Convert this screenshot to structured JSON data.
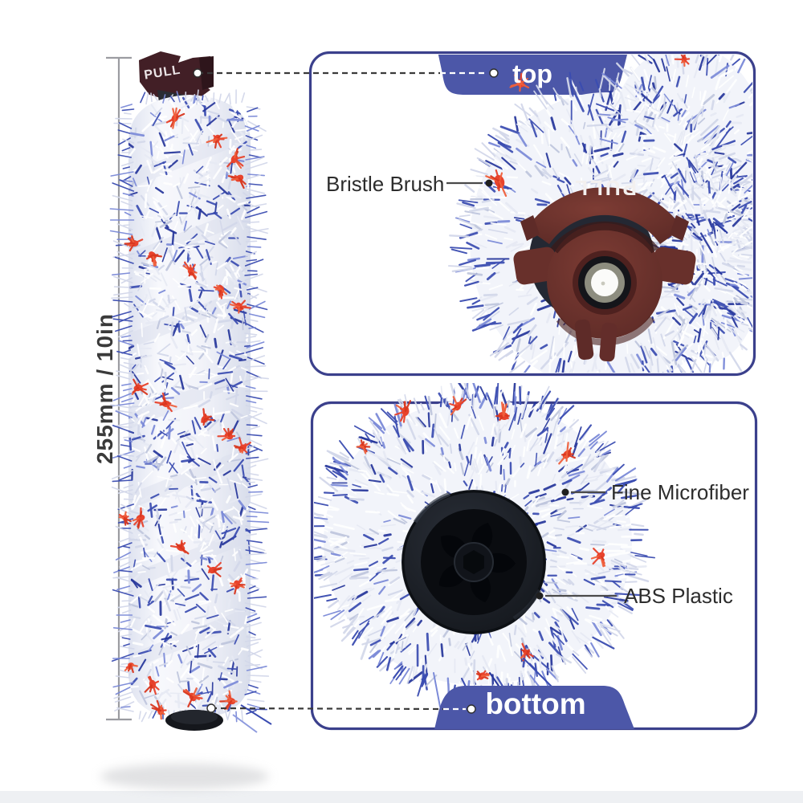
{
  "labels": {
    "dimension": "255mm / 10in",
    "pull": "PULL",
    "top_tab": "top",
    "bottom_tab": "bottom",
    "bristle_brush": "Bristle Brush",
    "fine_microfiber": "Fine Microfiber",
    "abs_plastic": "ABS Plastic"
  },
  "colors": {
    "panel_border": "#3b408c",
    "tab_blue": "#4c57a8",
    "tab_label_text": "#ffffff",
    "callout_text": "#2d2d2d",
    "dimension_text": "#3a3a3a",
    "dimension_line": "#9b9ca1",
    "leader_dark": "#3a3a3a",
    "leader_light": "#ffffff",
    "accent_red": "#e8432c",
    "accent_red_dark": "#d8371f",
    "accent_red_light": "#f0603c",
    "fiber_blue": "#3a4cb1",
    "fiber_blue_dark": "#26369b",
    "fiber_blue_light": "#7b8ad8",
    "fluff_base": "#f2f4fa",
    "fluff_shade": "#d9deec",
    "hub_maroon": "#6e332e",
    "hub_maroon_dark": "#5c2a26",
    "hub_black": "#181b21"
  }
}
